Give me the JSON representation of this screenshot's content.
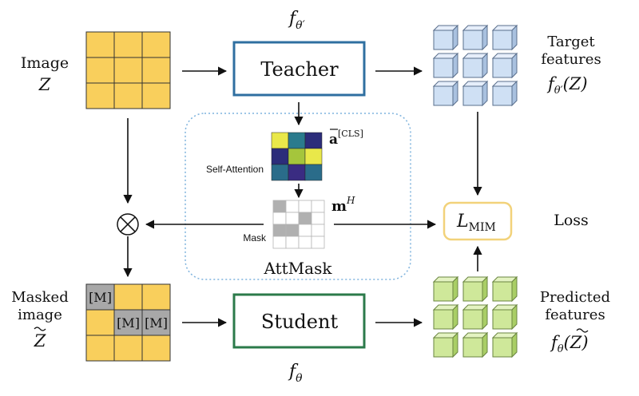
{
  "labels": {
    "image": "Image",
    "image_var": "Z",
    "masked_line1": "Masked",
    "masked_line2": "image",
    "masked_var": "Z",
    "teacher": "Teacher",
    "student": "Student",
    "f_teacher_top": "f",
    "f_teacher_sub": "θ′",
    "f_student_bottom": "f",
    "f_student_sub": "θ",
    "target_line1": "Target",
    "target_line2": "features",
    "target_formula": "(Z)",
    "target_f": "f",
    "target_sub": "θ′",
    "predicted_line1": "Predicted",
    "predicted_line2": "features",
    "predicted_f": "f",
    "predicted_sub": "θ",
    "predicted_formula": "(Z)",
    "self_attention": "Self-Attention",
    "cls_a": "a",
    "cls_sup": "[CLS]",
    "mask_label": "Mask",
    "m_main": "m",
    "m_sup": "H",
    "attmask": "AttMask",
    "loss_main": "L",
    "loss_sub": "MIM",
    "loss": "Loss",
    "mask_token": "[M]",
    "otimes": "⊗"
  },
  "colors": {
    "yellow": "#f9cf5c",
    "yellow_border": "#3a3a3a",
    "teacher_border": "#2f6fa0",
    "student_border": "#2b7a4a",
    "loss_border": "#f2d27a",
    "dotted_border": "#7fb3dd",
    "target_cube": "#cfe0f4",
    "predicted_cube": "#cfe89a",
    "mask_gray": "#b0b0b0"
  },
  "attention_grid": [
    [
      "#e9e84a",
      "#2b7b8d",
      "#2c2d7a"
    ],
    [
      "#2c2d7a",
      "#a5c53c",
      "#e9e84a"
    ],
    [
      "#2a6c8a",
      "#3a2c82",
      "#2a6c8a"
    ]
  ],
  "mask_grid": [
    [
      1,
      0,
      0,
      0
    ],
    [
      0,
      0,
      1,
      0
    ],
    [
      1,
      1,
      0,
      0
    ],
    [
      0,
      0,
      0,
      0
    ]
  ]
}
